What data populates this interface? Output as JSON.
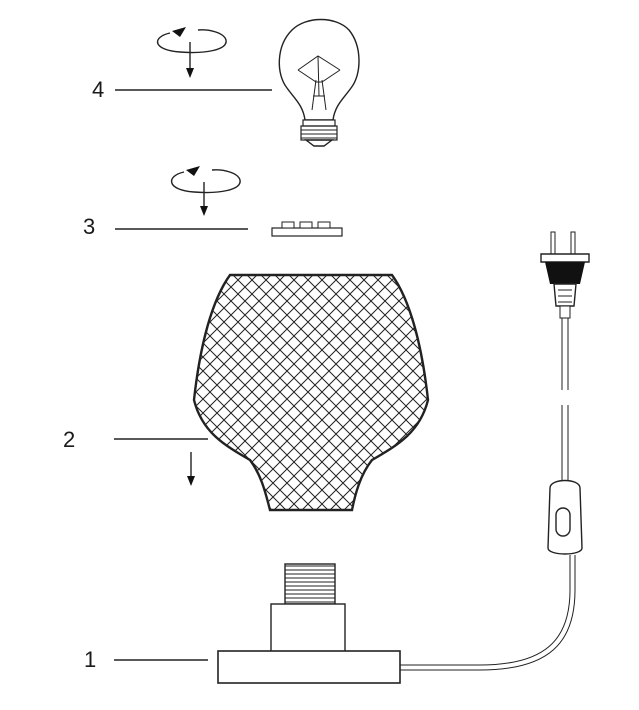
{
  "callouts": [
    {
      "number": "4"
    },
    {
      "number": "3"
    },
    {
      "number": "2"
    },
    {
      "number": "1"
    }
  ],
  "icons": {
    "rotate": "rotate-arrow-icon",
    "down": "down-arrow-icon"
  },
  "colors": {
    "stroke": "#222222",
    "fill": "#ffffff",
    "plug_band": "#111111"
  }
}
